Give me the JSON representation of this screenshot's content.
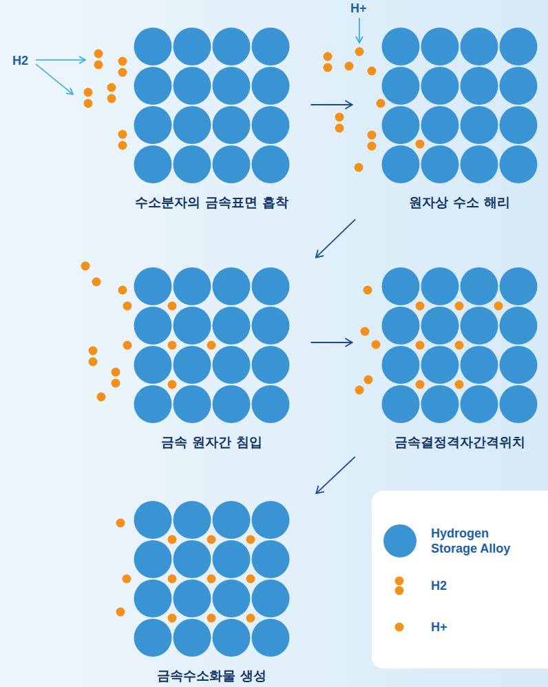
{
  "diagram": {
    "nodes": [
      {
        "text": [
          "수소분자의 금속표면 흡착"
        ]
      },
      {
        "text": [
          "원자상 수소 해리"
        ]
      },
      {
        "text": [
          "금속 원자간 침입"
        ]
      },
      {
        "text": [
          "금속결정격자간격위치"
        ]
      },
      {
        "text": [
          "금속수소화물 생성"
        ]
      }
    ],
    "edges": [
      {
        "from": 0,
        "to": 1,
        "arrow": "to"
      },
      {
        "from": 1,
        "to": 2,
        "arrow": "to"
      },
      {
        "from": 2,
        "to": 3,
        "arrow": "to"
      },
      {
        "from": 3,
        "to": 4,
        "arrow": "to"
      }
    ],
    "labels": [
      "H2",
      "H+"
    ],
    "legend": [
      {
        "text": "Hydrogen Storage Alloy",
        "color": "#3a94d4"
      },
      {
        "text": "H2",
        "color": "#f39019"
      },
      {
        "text": "H+",
        "color": "#f39019"
      }
    ]
  }
}
